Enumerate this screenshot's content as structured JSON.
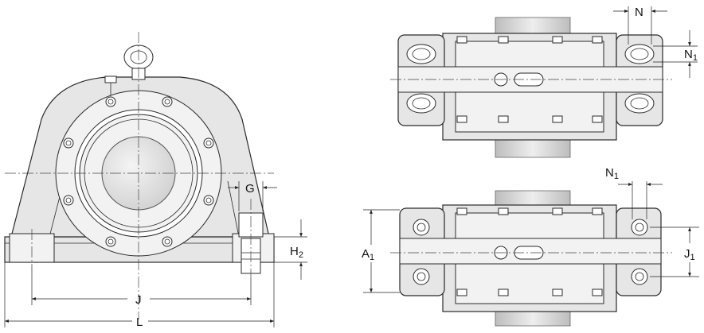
{
  "colors": {
    "housing": "#e6e6e6",
    "shaft": "#d4d4d4",
    "line": "#2a2a2a",
    "background": "#ffffff"
  },
  "dimensions": {
    "G": "G",
    "H2_main": "H",
    "H2_sub": "2",
    "J": "J",
    "L": "L",
    "N": "N",
    "N1_top_main": "N",
    "N1_top_sub": "1",
    "N1_bottom_main": "N",
    "N1_bottom_sub": "1",
    "A1_main": "A",
    "A1_sub": "1",
    "J1_main": "J",
    "J1_sub": "1"
  }
}
